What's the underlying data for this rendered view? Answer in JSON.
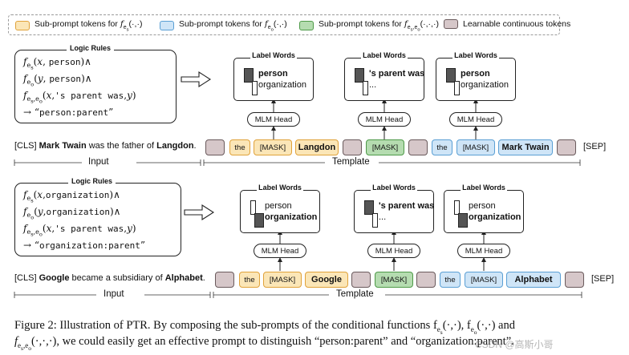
{
  "legend": {
    "items": [
      {
        "label": "Sub-prompt tokens for f_{e_s}(·)",
        "kind": "s1"
      },
      {
        "label": "Sub-prompt tokens for f_{e_o}(·)",
        "kind": "s3"
      },
      {
        "label": "Sub-prompt tokens for f_{e_s,e_o}(·,·,·)",
        "kind": "s2"
      },
      {
        "label": "Learnable continuous tokens",
        "kind": "learn"
      }
    ]
  },
  "panels": [
    {
      "rules_title": "Logic Rules",
      "rules": [
        {
          "fn": "f",
          "sub": "es",
          "args": "(x, ",
          "arg2": "person",
          "tail": ")∧"
        },
        {
          "fn": "f",
          "sub": "eo",
          "args": "(y, ",
          "arg2": "person",
          "tail": ")∧"
        },
        {
          "fn": "f",
          "sub": "es,eo",
          "args": "(x, ",
          "arg2": "'s parent was",
          "tail": ", y)"
        },
        {
          "fn": "",
          "sub": "",
          "args": "→ “",
          "arg2": "person:parent",
          "tail": "”"
        }
      ],
      "sentence": {
        "cls": "[CLS]",
        "subj": "Mark Twain",
        "mid": " was the father of ",
        "obj": "Langdon",
        "end": "."
      },
      "tokens": [
        "",
        "the",
        "[MASK]",
        "Langdon",
        "",
        "[MASK]",
        "",
        "the",
        "[MASK]",
        "Mark Twain",
        ""
      ],
      "sep": "[SEP]",
      "label_words": [
        {
          "title": "Label Words",
          "l1": "person",
          "l2": "organization",
          "b1": true,
          "b2": false,
          "mlm": "MLM Head"
        },
        {
          "title": "Label Words",
          "l1": "'s parent was",
          "l2": "...",
          "b1": true,
          "b2": false,
          "mlm": "MLM Head"
        },
        {
          "title": "Label Words",
          "l1": "person",
          "l2": "organization",
          "b1": true,
          "b2": false,
          "mlm": "MLM Head"
        }
      ],
      "input_label": "Input",
      "template_label": "Template"
    },
    {
      "rules_title": "Logic Rules",
      "rules": [
        {
          "fn": "f",
          "sub": "es",
          "args": "(x, ",
          "arg2": "organization",
          "tail": ")∧"
        },
        {
          "fn": "f",
          "sub": "eo",
          "args": "(y, ",
          "arg2": "organization",
          "tail": ")∧"
        },
        {
          "fn": "f",
          "sub": "es,eo",
          "args": "(x, ",
          "arg2": "'s parent was",
          "tail": ", y)"
        },
        {
          "fn": "",
          "sub": "",
          "args": "→ “",
          "arg2": "organization:parent",
          "tail": "”"
        }
      ],
      "sentence": {
        "cls": "[CLS]",
        "subj": "Google",
        "mid": " became a subsidiary of ",
        "obj": "Alphabet",
        "end": "."
      },
      "tokens": [
        "",
        "the",
        "[MASK]",
        "Google",
        "",
        "[MASK]",
        "",
        "the",
        "[MASK]",
        "Alphabet",
        ""
      ],
      "sep": "[SEP]",
      "label_words": [
        {
          "title": "Label Words",
          "l1": "person",
          "l2": "organization",
          "b1": false,
          "b2": true,
          "mlm": "MLM Head"
        },
        {
          "title": "Label Words",
          "l1": "'s parent was",
          "l2": "...",
          "b1": true,
          "b2": false,
          "mlm": "MLM Head"
        },
        {
          "title": "Label Words",
          "l1": "person",
          "l2": "organization",
          "b1": false,
          "b2": true,
          "mlm": "MLM Head"
        }
      ],
      "input_label": "Input",
      "template_label": "Template"
    }
  ],
  "caption": {
    "line1": "Figure 2: Illustration of PTR. By composing the sub-prompts of the conditional functions f",
    "line1_tail": "(·,·), f",
    "line1_tail2": "(·,·) and",
    "line2_a": "f",
    "line2_b": "(·,·,·), we could easily get an effective prompt to distinguish “person:parent” and “organization:parent”.",
    "watermark": "CSDN @高斯小哥"
  }
}
